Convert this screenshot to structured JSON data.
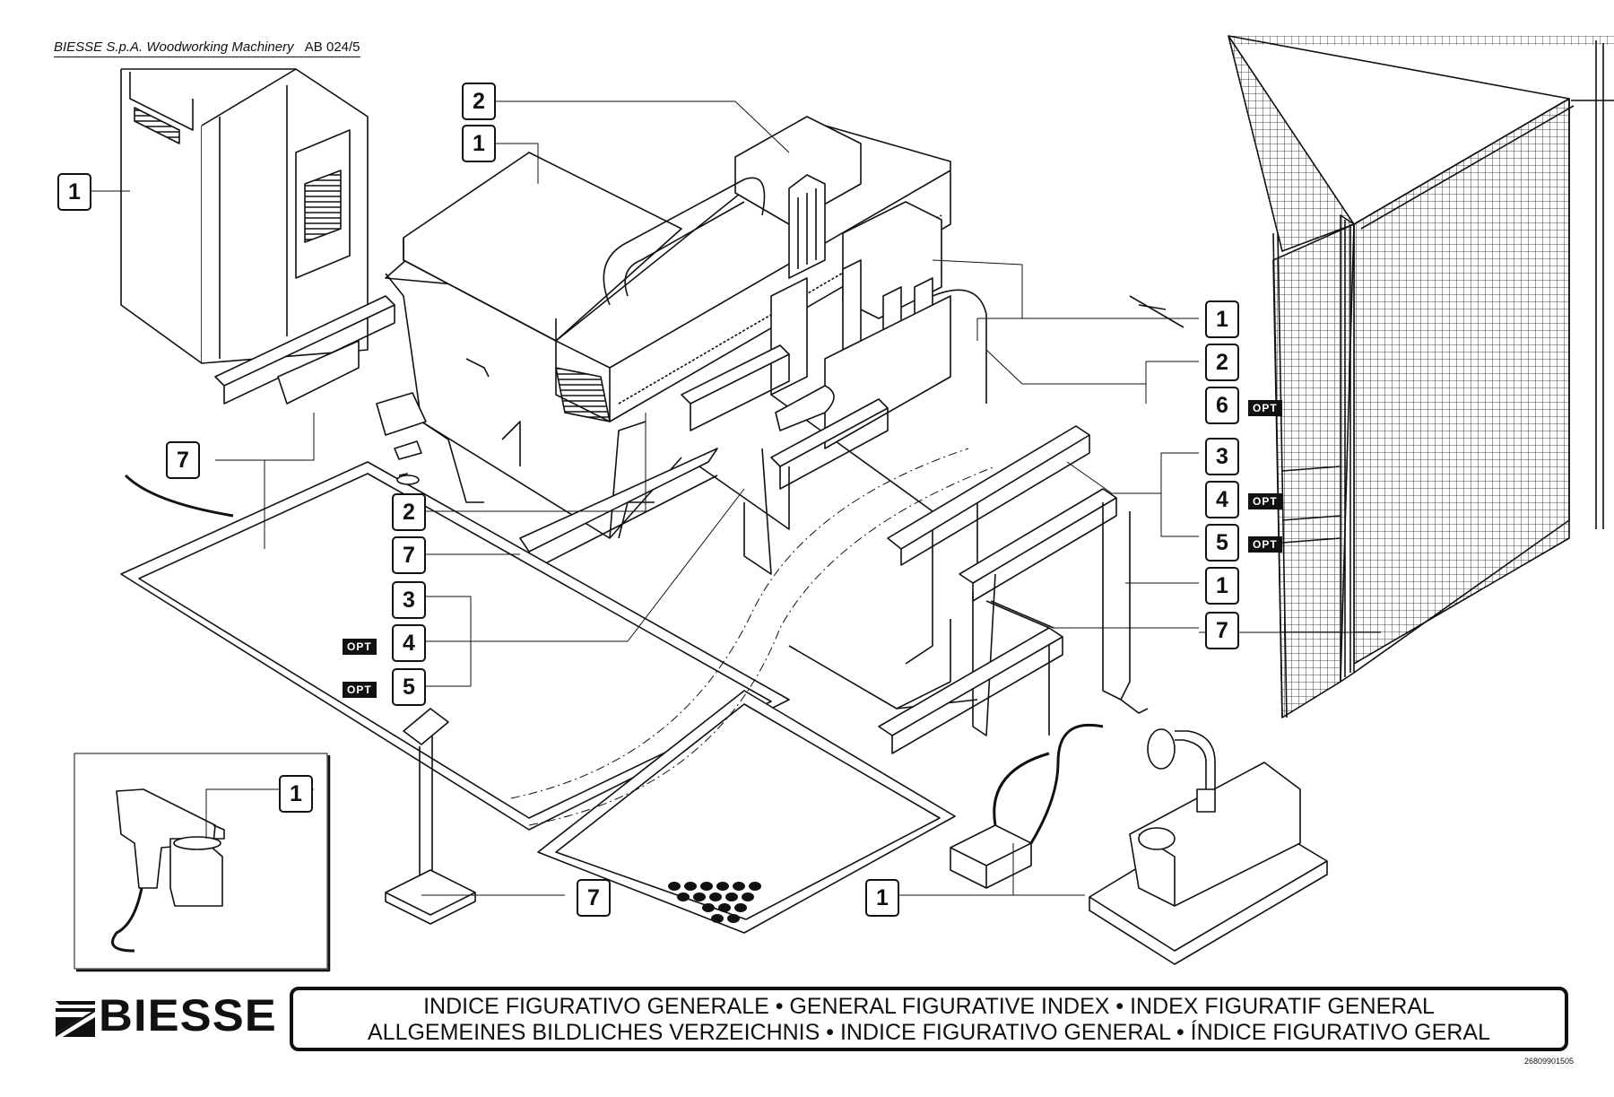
{
  "header": {
    "company": "BIESSE S.p.A. Woodworking Machinery",
    "doc_code": "AB 024/5"
  },
  "callouts": [
    {
      "id": "c-ctrl-1",
      "label": "1"
    },
    {
      "id": "c-top-2",
      "label": "2"
    },
    {
      "id": "c-top-1",
      "label": "1"
    },
    {
      "id": "c-left-7",
      "label": "7"
    },
    {
      "id": "c-mid-2",
      "label": "2"
    },
    {
      "id": "c-mid-7",
      "label": "7"
    },
    {
      "id": "c-mid-3",
      "label": "3"
    },
    {
      "id": "c-mid-4",
      "label": "4",
      "opt": "OPT"
    },
    {
      "id": "c-mid-5",
      "label": "5",
      "opt": "OPT"
    },
    {
      "id": "c-spray-1",
      "label": "1"
    },
    {
      "id": "c-bottom-7",
      "label": "7"
    },
    {
      "id": "c-pump-1",
      "label": "1"
    },
    {
      "id": "c-right-1a",
      "label": "1"
    },
    {
      "id": "c-right-2",
      "label": "2"
    },
    {
      "id": "c-right-6",
      "label": "6",
      "opt": "OPT"
    },
    {
      "id": "c-right-3",
      "label": "3"
    },
    {
      "id": "c-right-4",
      "label": "4",
      "opt": "OPT"
    },
    {
      "id": "c-right-5",
      "label": "5",
      "opt": "OPT"
    },
    {
      "id": "c-right-1b",
      "label": "1"
    },
    {
      "id": "c-right-7",
      "label": "7"
    }
  ],
  "logo": {
    "text": "BIESSE"
  },
  "title": {
    "line1": "INDICE FIGURATIVO GENERALE  • GENERAL FIGURATIVE INDEX • INDEX FIGURATIF GENERAL",
    "line2": "ALLGEMEINES BILDLICHES VERZEICHNIS • INDICE FIGURATIVO GENERAL • ÍNDICE FIGURATIVO GERAL"
  },
  "drawing_number": "26809901505"
}
